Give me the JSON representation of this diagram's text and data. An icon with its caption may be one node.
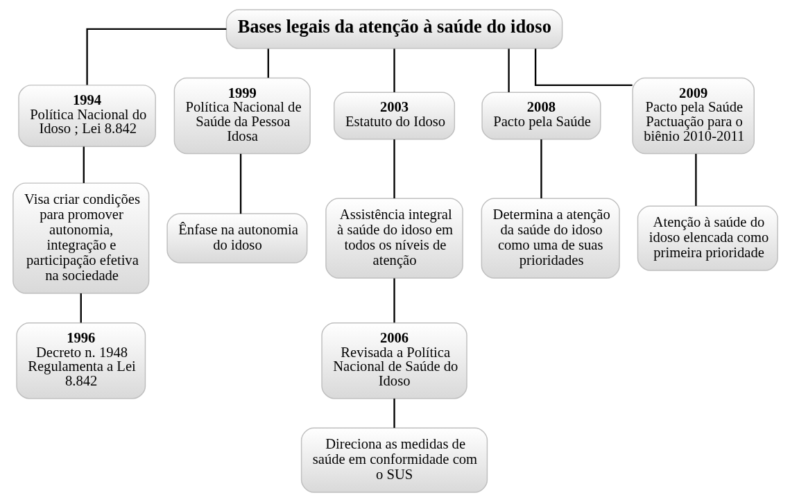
{
  "diagram": {
    "nodes": [
      {
        "text": [
          "Bases legais da atenção à saúde do idoso"
        ]
      },
      {
        "text": [
          "1994",
          "Política Nacional do Idoso ; Lei 8.842"
        ]
      },
      {
        "text": [
          "1999",
          "Política Nacional de Saúde da Pessoa Idosa"
        ]
      },
      {
        "text": [
          "2003",
          "Estatuto do Idoso"
        ]
      },
      {
        "text": [
          "2008",
          "Pacto pela Saúde"
        ]
      },
      {
        "text": [
          "2009",
          "Pacto pela Saúde",
          "Pactuação para o biênio 2010-2011"
        ]
      },
      {
        "text": [
          "Visa criar condições para promover autonomia, integração e participação efetiva na sociedade"
        ]
      },
      {
        "text": [
          "1996",
          "Decreto n. 1948 Regulamenta a Lei 8.842"
        ]
      },
      {
        "text": [
          "Ênfase na autonomia do idoso"
        ]
      },
      {
        "text": [
          "Assistência integral à saúde do idoso em todos os níveis de atenção"
        ]
      },
      {
        "text": [
          "2006",
          "Revisada a Política Nacional de Saúde do Idoso"
        ]
      },
      {
        "text": [
          "Direciona as medidas de saúde em conformidade com o SUS"
        ]
      },
      {
        "text": [
          "Determina a atenção da saúde do idoso como uma de suas prioridades"
        ]
      },
      {
        "text": [
          "Atenção à saúde do idoso elencada como primeira prioridade"
        ]
      }
    ],
    "edges": [
      {
        "from": 0,
        "to": 1,
        "arrow": "none"
      },
      {
        "from": 0,
        "to": 2,
        "arrow": "none"
      },
      {
        "from": 0,
        "to": 3,
        "arrow": "none"
      },
      {
        "from": 0,
        "to": 4,
        "arrow": "none"
      },
      {
        "from": 0,
        "to": 5,
        "arrow": "none"
      },
      {
        "from": 1,
        "to": 6,
        "arrow": "none"
      },
      {
        "from": 6,
        "to": 7,
        "arrow": "none"
      },
      {
        "from": 2,
        "to": 8,
        "arrow": "none"
      },
      {
        "from": 3,
        "to": 9,
        "arrow": "none"
      },
      {
        "from": 9,
        "to": 10,
        "arrow": "none"
      },
      {
        "from": 10,
        "to": 11,
        "arrow": "none"
      },
      {
        "from": 4,
        "to": 12,
        "arrow": "none"
      },
      {
        "from": 5,
        "to": 13,
        "arrow": "none"
      }
    ]
  }
}
